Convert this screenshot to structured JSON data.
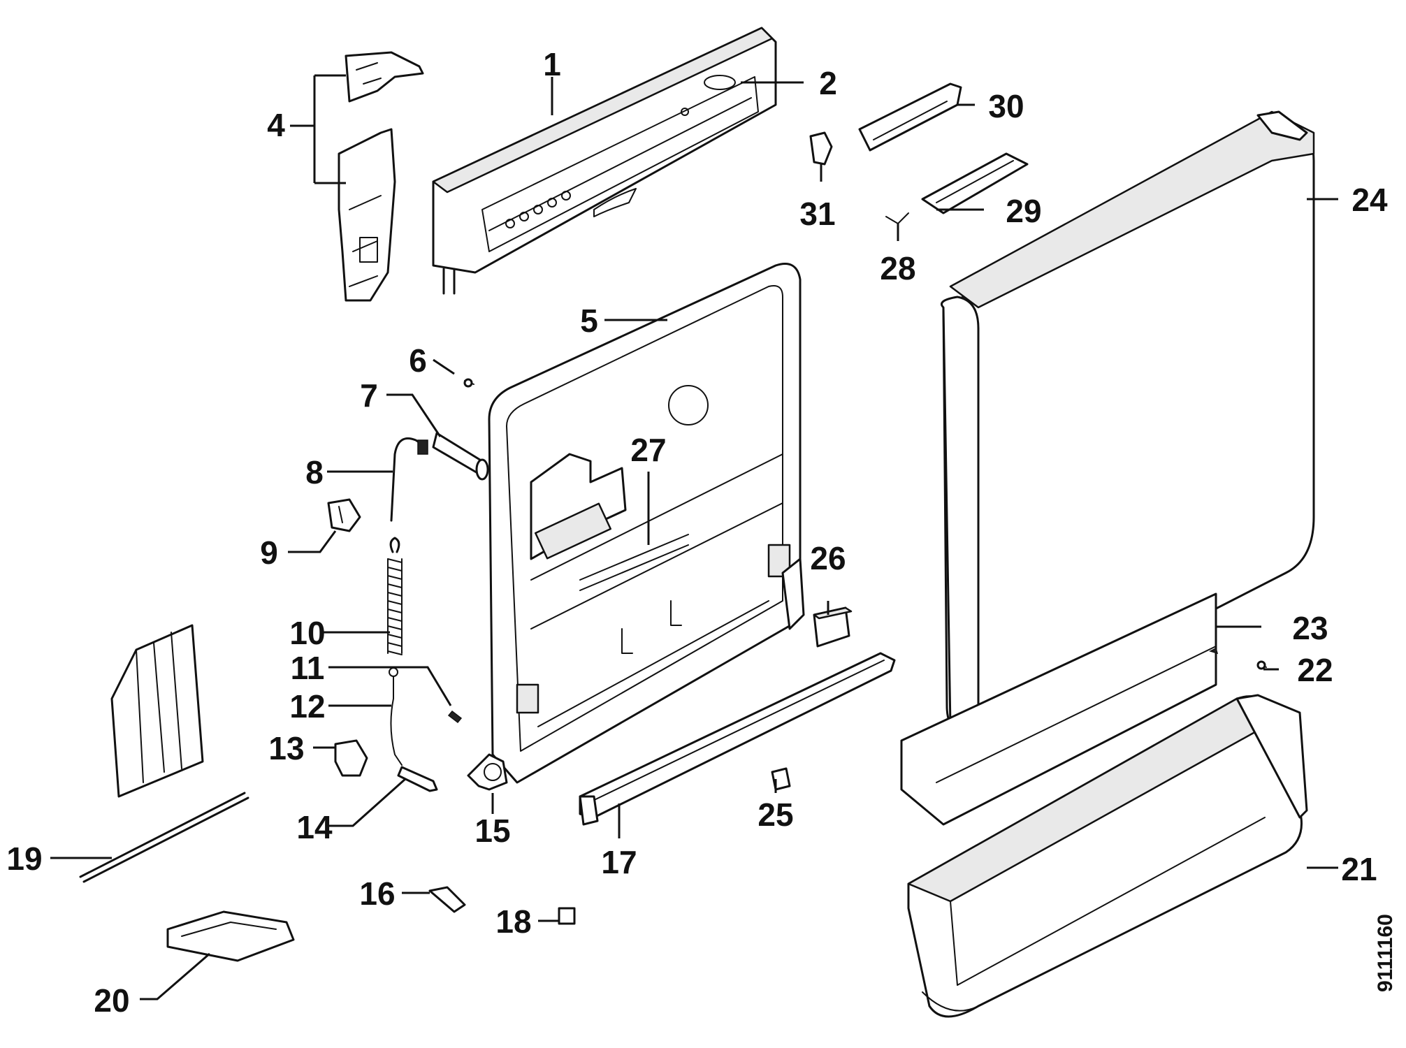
{
  "parts": [
    {
      "id": "1",
      "text": "1"
    },
    {
      "id": "2",
      "text": "2"
    },
    {
      "id": "4",
      "text": "4"
    },
    {
      "id": "5",
      "text": "5"
    },
    {
      "id": "6",
      "text": "6"
    },
    {
      "id": "7",
      "text": "7"
    },
    {
      "id": "8",
      "text": "8"
    },
    {
      "id": "9",
      "text": "9"
    },
    {
      "id": "10",
      "text": "10"
    },
    {
      "id": "11",
      "text": "11"
    },
    {
      "id": "12",
      "text": "12"
    },
    {
      "id": "13",
      "text": "13"
    },
    {
      "id": "14",
      "text": "14"
    },
    {
      "id": "15",
      "text": "15"
    },
    {
      "id": "16",
      "text": "16"
    },
    {
      "id": "17",
      "text": "17"
    },
    {
      "id": "18",
      "text": "18"
    },
    {
      "id": "19",
      "text": "19"
    },
    {
      "id": "20",
      "text": "20"
    },
    {
      "id": "21",
      "text": "21"
    },
    {
      "id": "22",
      "text": "22"
    },
    {
      "id": "23",
      "text": "23"
    },
    {
      "id": "24",
      "text": "24"
    },
    {
      "id": "25",
      "text": "25"
    },
    {
      "id": "26",
      "text": "26"
    },
    {
      "id": "27",
      "text": "27"
    },
    {
      "id": "28",
      "text": "28"
    },
    {
      "id": "29",
      "text": "29"
    },
    {
      "id": "30",
      "text": "30"
    },
    {
      "id": "31",
      "text": "31"
    }
  ],
  "drawing_code": "9111160"
}
